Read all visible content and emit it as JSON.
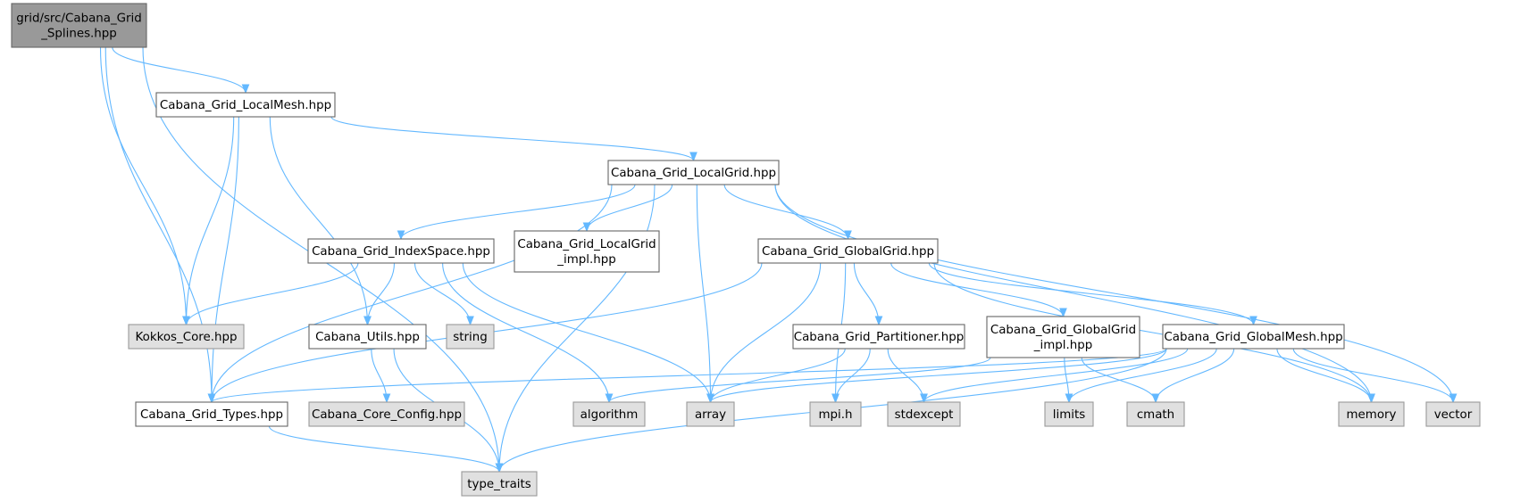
{
  "diagram": {
    "colors": {
      "root_fill": "#999999",
      "root_stroke": "#666666",
      "local_fill": "#ffffff",
      "local_stroke": "#666666",
      "system_fill": "#e0e0e0",
      "system_stroke": "#999999",
      "edge": "#63b8ff"
    },
    "nodes": [
      {
        "id": "splines",
        "lines": [
          "grid/src/Cabana_Grid",
          "_Splines.hpp"
        ],
        "kind": "root"
      },
      {
        "id": "localmesh",
        "lines": [
          "Cabana_Grid_LocalMesh.hpp"
        ],
        "kind": "local"
      },
      {
        "id": "localgrid",
        "lines": [
          "Cabana_Grid_LocalGrid.hpp"
        ],
        "kind": "local"
      },
      {
        "id": "indexspace",
        "lines": [
          "Cabana_Grid_IndexSpace.hpp"
        ],
        "kind": "local"
      },
      {
        "id": "localgrid_impl",
        "lines": [
          "Cabana_Grid_LocalGrid",
          "_impl.hpp"
        ],
        "kind": "local"
      },
      {
        "id": "globalgrid",
        "lines": [
          "Cabana_Grid_GlobalGrid.hpp"
        ],
        "kind": "local"
      },
      {
        "id": "kokkos",
        "lines": [
          "Kokkos_Core.hpp"
        ],
        "kind": "system"
      },
      {
        "id": "utils",
        "lines": [
          "Cabana_Utils.hpp"
        ],
        "kind": "local"
      },
      {
        "id": "string",
        "lines": [
          "string"
        ],
        "kind": "system"
      },
      {
        "id": "partitioner",
        "lines": [
          "Cabana_Grid_Partitioner.hpp"
        ],
        "kind": "local"
      },
      {
        "id": "globalgrid_impl",
        "lines": [
          "Cabana_Grid_GlobalGrid",
          "_impl.hpp"
        ],
        "kind": "local"
      },
      {
        "id": "globalmesh",
        "lines": [
          "Cabana_Grid_GlobalMesh.hpp"
        ],
        "kind": "local"
      },
      {
        "id": "types",
        "lines": [
          "Cabana_Grid_Types.hpp"
        ],
        "kind": "local"
      },
      {
        "id": "coreconfig",
        "lines": [
          "Cabana_Core_Config.hpp"
        ],
        "kind": "system"
      },
      {
        "id": "algorithm",
        "lines": [
          "algorithm"
        ],
        "kind": "system"
      },
      {
        "id": "array",
        "lines": [
          "array"
        ],
        "kind": "system"
      },
      {
        "id": "mpi",
        "lines": [
          "mpi.h"
        ],
        "kind": "system"
      },
      {
        "id": "stdexcept",
        "lines": [
          "stdexcept"
        ],
        "kind": "system"
      },
      {
        "id": "limits",
        "lines": [
          "limits"
        ],
        "kind": "system"
      },
      {
        "id": "cmath",
        "lines": [
          "cmath"
        ],
        "kind": "system"
      },
      {
        "id": "memory",
        "lines": [
          "memory"
        ],
        "kind": "system"
      },
      {
        "id": "vector",
        "lines": [
          "vector"
        ],
        "kind": "system"
      },
      {
        "id": "type_traits",
        "lines": [
          "type_traits"
        ],
        "kind": "system"
      }
    ],
    "edges": [
      [
        "splines",
        "localmesh"
      ],
      [
        "splines",
        "kokkos"
      ],
      [
        "splines",
        "types"
      ],
      [
        "splines",
        "type_traits"
      ],
      [
        "localmesh",
        "localgrid"
      ],
      [
        "localmesh",
        "kokkos"
      ],
      [
        "localmesh",
        "utils"
      ],
      [
        "localmesh",
        "types"
      ],
      [
        "localgrid",
        "indexspace"
      ],
      [
        "localgrid",
        "localgrid_impl"
      ],
      [
        "localgrid",
        "globalgrid"
      ],
      [
        "localgrid",
        "types"
      ],
      [
        "localgrid",
        "array"
      ],
      [
        "localgrid",
        "memory"
      ],
      [
        "localgrid",
        "vector"
      ],
      [
        "localgrid",
        "type_traits"
      ],
      [
        "indexspace",
        "kokkos"
      ],
      [
        "indexspace",
        "utils"
      ],
      [
        "indexspace",
        "string"
      ],
      [
        "indexspace",
        "algorithm"
      ],
      [
        "indexspace",
        "array"
      ],
      [
        "utils",
        "coreconfig"
      ],
      [
        "utils",
        "type_traits"
      ],
      [
        "globalgrid",
        "partitioner"
      ],
      [
        "globalgrid",
        "globalgrid_impl"
      ],
      [
        "globalgrid",
        "globalmesh"
      ],
      [
        "globalgrid",
        "types"
      ],
      [
        "globalgrid",
        "array"
      ],
      [
        "globalgrid",
        "mpi"
      ],
      [
        "globalgrid",
        "memory"
      ],
      [
        "partitioner",
        "array"
      ],
      [
        "partitioner",
        "mpi"
      ],
      [
        "partitioner",
        "stdexcept"
      ],
      [
        "globalgrid_impl",
        "algorithm"
      ],
      [
        "globalgrid_impl",
        "limits"
      ],
      [
        "globalgrid_impl",
        "cmath"
      ],
      [
        "globalmesh",
        "types"
      ],
      [
        "globalmesh",
        "array"
      ],
      [
        "globalmesh",
        "stdexcept"
      ],
      [
        "globalmesh",
        "limits"
      ],
      [
        "globalmesh",
        "cmath"
      ],
      [
        "globalmesh",
        "memory"
      ],
      [
        "globalmesh",
        "vector"
      ],
      [
        "globalmesh",
        "type_traits"
      ],
      [
        "types",
        "type_traits"
      ]
    ]
  }
}
